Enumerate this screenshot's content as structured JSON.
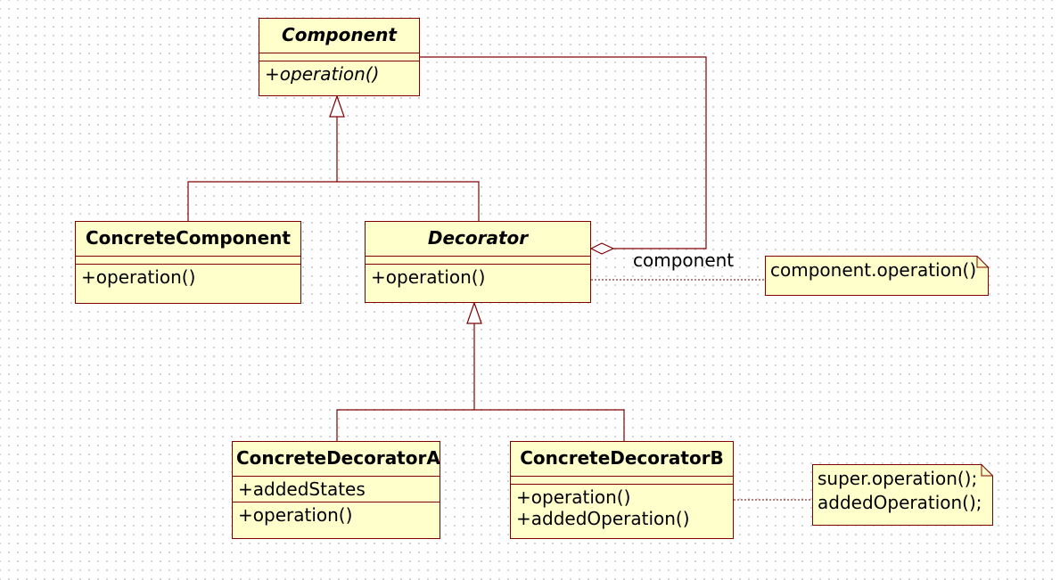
{
  "classes": {
    "component": {
      "name": "Component",
      "operations": [
        "+operation()"
      ]
    },
    "concrete_component": {
      "name": "ConcreteComponent",
      "operations": [
        "+operation()"
      ]
    },
    "decorator": {
      "name": "Decorator",
      "operations": [
        "+operation()"
      ]
    },
    "concrete_decorator_a": {
      "name": "ConcreteDecoratorA",
      "attributes": [
        "+addedStates"
      ],
      "operations": [
        "+operation()"
      ]
    },
    "concrete_decorator_b": {
      "name": "ConcreteDecoratorB",
      "operations": [
        "+operation()",
        "+addedOperation()"
      ]
    }
  },
  "association": {
    "role_label": "component"
  },
  "notes": {
    "decorator_note": [
      "component.operation()"
    ],
    "concrete_decorator_b_note": [
      "super.operation();",
      "addedOperation();"
    ]
  },
  "colors": {
    "class_fill": "#ffffcc",
    "line": "#800000",
    "background": "#ffffff",
    "grid_dot": "#c9c9c9"
  }
}
